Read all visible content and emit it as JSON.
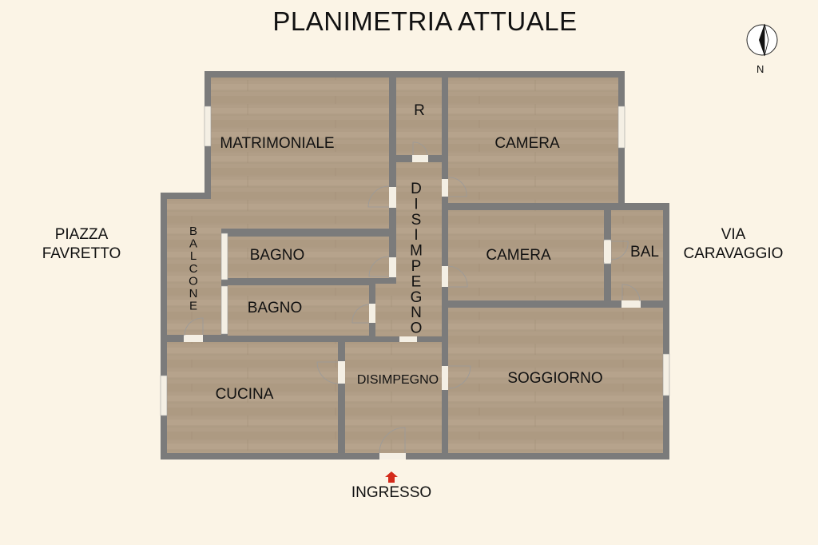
{
  "title": "PLANIMETRIA ATTUALE",
  "compass": {
    "label": "N"
  },
  "streets": {
    "left": {
      "line1": "PIAZZA",
      "line2": "FAVRETTO"
    },
    "right": {
      "line1": "VIA",
      "line2": "CARAVAGGIO"
    }
  },
  "entrance": {
    "label": "INGRESSO"
  },
  "rooms": {
    "matrimoniale": "MATRIMONIALE",
    "r": "R",
    "camera_top": "CAMERA",
    "disimpegno_vertical": "DISIMPEGNO",
    "camera_middle": "CAMERA",
    "bal": "BAL",
    "balcone": "BALCONE",
    "bagno_1": "BAGNO",
    "bagno_2": "BAGNO",
    "cucina": "CUCINA",
    "disimpegno": "DISIMPEGNO",
    "soggiorno": "SOGGIORNO"
  },
  "colors": {
    "wall": "#7b7b7b",
    "floor": "#b19e87",
    "background": "#fbf4e6",
    "entrance_arrow": "#d42a1a"
  }
}
